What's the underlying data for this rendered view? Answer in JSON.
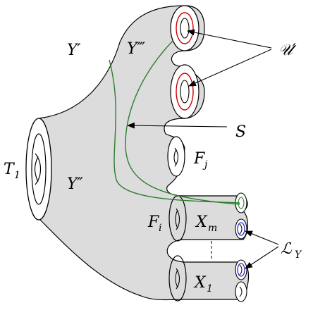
{
  "labels": {
    "y_prime": "Y′",
    "y_double_prime": "Y″",
    "y_triple_prime": "Y‴",
    "t1_main": "T",
    "t1_sub": "1",
    "u_prime": "𝒰′",
    "s": "S",
    "fj_main": "F",
    "fj_sub": "j",
    "fi_main": "F",
    "fi_sub": "i",
    "xm_main": "X",
    "xm_sub": "m",
    "x1_main": "X",
    "x1_sub": "1",
    "ly_main": "ℒ",
    "ly_sub": "Y"
  },
  "colors": {
    "surface": "#dcdcdc",
    "outline": "#000000",
    "curve_green": "#2e7d2e",
    "curve_red": "#cc0000",
    "curve_blue": "#2b2bcc"
  }
}
